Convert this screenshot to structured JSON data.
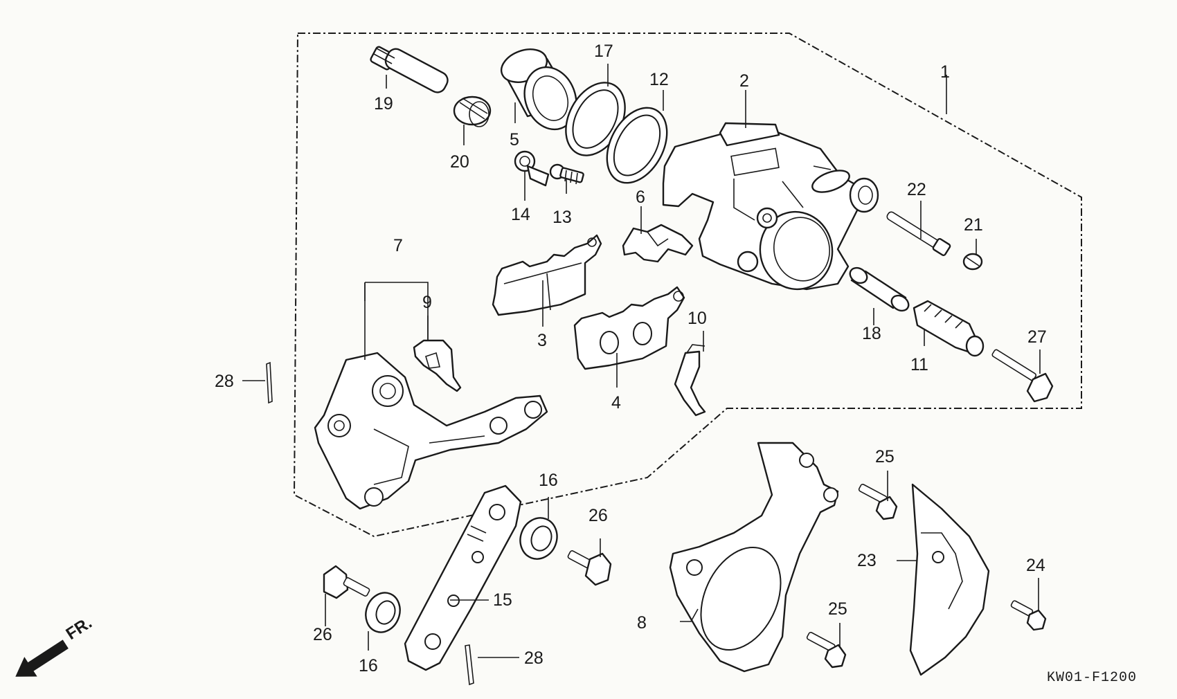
{
  "diagram": {
    "figure_code": "KW01-F1200",
    "direction_label": "FR.",
    "callouts": {
      "p1": "1",
      "p2": "2",
      "p3": "3",
      "p4": "4",
      "p5": "5",
      "p6": "6",
      "p7": "7",
      "p8": "8",
      "p9": "9",
      "p10": "10",
      "p11": "11",
      "p12": "12",
      "p13": "13",
      "p14": "14",
      "p15": "15",
      "p16a": "16",
      "p16b": "16",
      "p17": "17",
      "p18": "18",
      "p19": "19",
      "p20": "20",
      "p21": "21",
      "p22": "22",
      "p23": "23",
      "p24": "24",
      "p25a": "25",
      "p25b": "25",
      "p26a": "26",
      "p26b": "26",
      "p27": "27",
      "p28a": "28",
      "p28b": "28"
    }
  }
}
